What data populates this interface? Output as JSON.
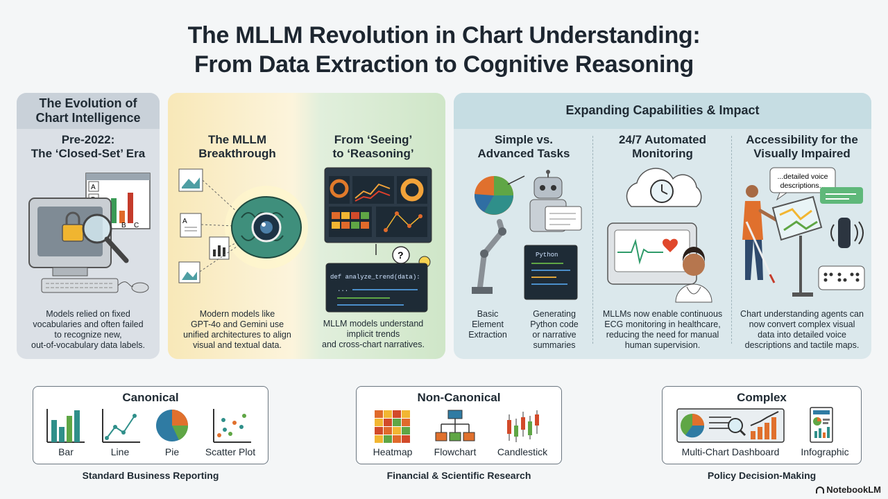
{
  "title": {
    "line1": "The MLLM Revolution in Chart Understanding:",
    "line2": "From Data Extraction to Cognitive Reasoning"
  },
  "evolution": {
    "heading": [
      "The Evolution of",
      "Chart Intelligence"
    ],
    "era_title": [
      "Pre-2022:",
      "The ‘Closed-Set’ Era"
    ],
    "era_desc": [
      "Models relied on fixed",
      "vocabularies and often failed",
      "to recognize new,",
      "out-of-vocabulary data labels."
    ],
    "breakthrough_title": [
      "The MLLM",
      "Breakthrough"
    ],
    "breakthrough_desc": [
      "Modern models like",
      "GPT-4o and Gemini use",
      "unified architectures to align",
      "visual and textual data."
    ],
    "reasoning_title": [
      "From ‘Seeing’",
      "to ‘Reasoning’"
    ],
    "reasoning_desc": [
      "MLLM models understand",
      "implicit trends",
      "and cross-chart narratives."
    ],
    "chart_letters": [
      "A",
      "B",
      "B",
      "C"
    ],
    "code_text": "def analyze_trend(data):",
    "code_dots": "..."
  },
  "capabilities": {
    "heading": "Expanding Capabilities & Impact",
    "tasks_title": [
      "Simple vs.",
      "Advanced Tasks"
    ],
    "basic_label": [
      "Basic",
      "Element",
      "Extraction"
    ],
    "advanced_label": [
      "Generating",
      "Python code",
      "or narrative",
      "summaries"
    ],
    "python_label": "Python",
    "monitoring_title": [
      "24/7 Automated",
      "Monitoring"
    ],
    "monitoring_desc": [
      "MLLMs now enable continuous",
      "ECG monitoring in healthcare,",
      "reducing the need for manual",
      "human supervision."
    ],
    "access_title": [
      "Accessibility for the",
      "Visually Impaired"
    ],
    "access_bubble": [
      "...detailed voice",
      "descriptions..."
    ],
    "access_desc": [
      "Chart understanding agents can",
      "now convert complex visual",
      "data into detailed voice",
      "descriptions and tactile maps."
    ]
  },
  "categories": [
    {
      "title": "Canonical",
      "items": [
        "Bar",
        "Line",
        "Pie",
        "Scatter Plot"
      ],
      "footer": "Standard Business Reporting"
    },
    {
      "title": "Non-Canonical",
      "items": [
        "Heatmap",
        "Flowchart",
        "Candlestick"
      ],
      "footer": "Financial & Scientific Research"
    },
    {
      "title": "Complex",
      "items": [
        "Multi-Chart Dashboard",
        "Infographic"
      ],
      "footer": "Policy Decision-Making"
    }
  ],
  "brand": "NotebookLM",
  "colors": {
    "teal": "#2f8f8a",
    "orange": "#e0702d",
    "green": "#5fa645",
    "navy": "#1f3a4d",
    "yellow": "#f2b632"
  }
}
